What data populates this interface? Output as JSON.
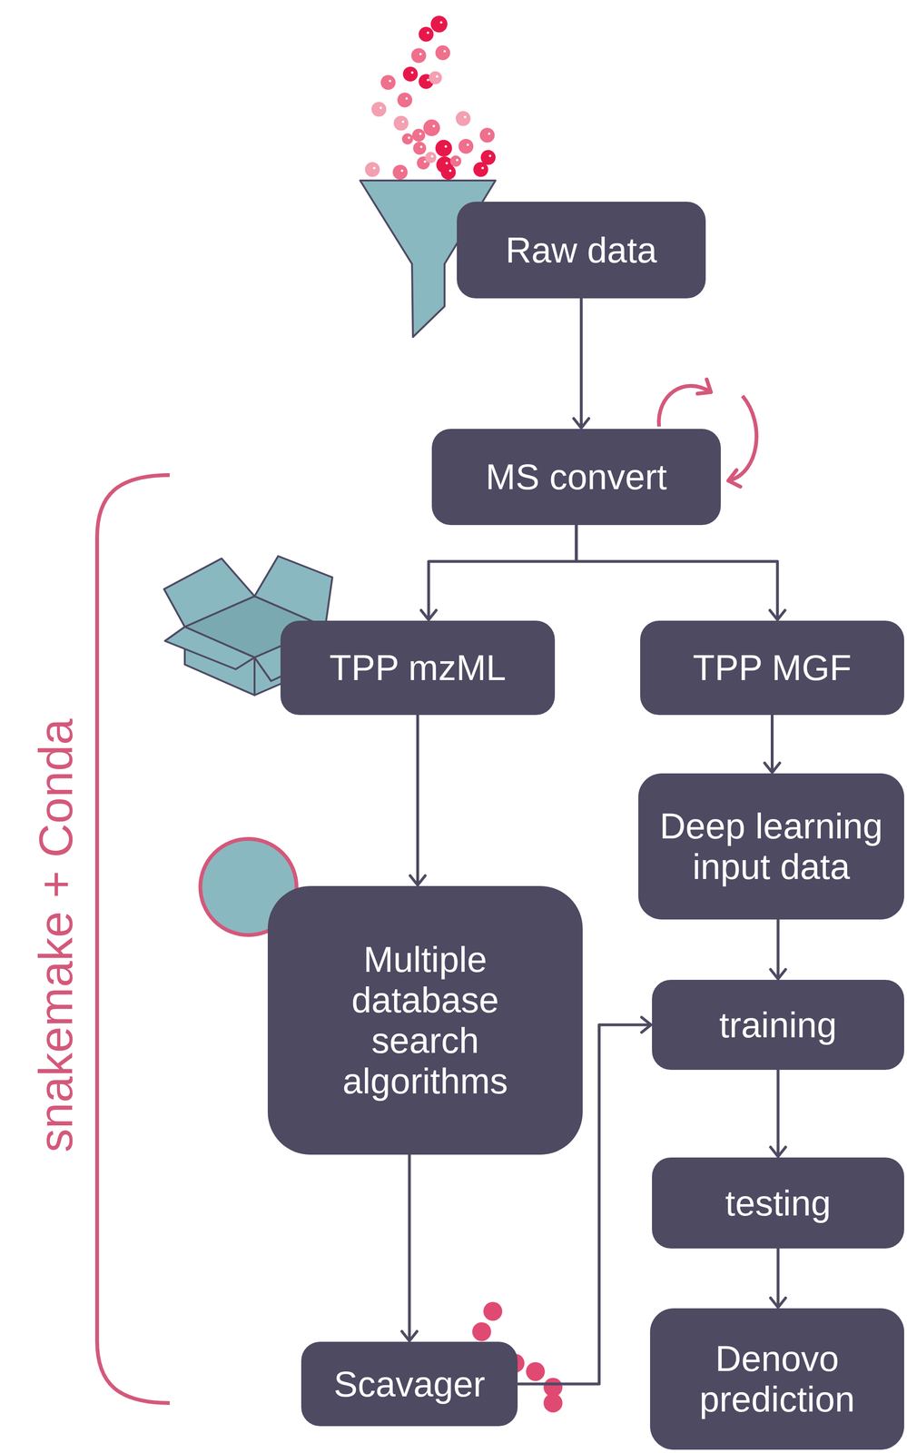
{
  "diagram": {
    "nodes": [
      {
        "text": [
          "Raw data"
        ]
      },
      {
        "text": [
          "MS convert"
        ]
      },
      {
        "text": [
          "TPP mzML"
        ]
      },
      {
        "text": [
          "TPP MGF"
        ]
      },
      {
        "text": [
          "Multiple database search algorithms"
        ]
      },
      {
        "text": [
          "Scavager"
        ]
      },
      {
        "text": [
          "Deep learning input data"
        ]
      },
      {
        "text": [
          "training"
        ]
      },
      {
        "text": [
          "testing"
        ]
      },
      {
        "text": [
          "Denovo prediction"
        ]
      }
    ],
    "edges": [
      {
        "from": 0,
        "to": 1,
        "arrow": "to"
      },
      {
        "from": 1,
        "to": 2,
        "arrow": "to"
      },
      {
        "from": 1,
        "to": 3,
        "arrow": "to"
      },
      {
        "from": 2,
        "to": 4,
        "arrow": "to"
      },
      {
        "from": 3,
        "to": 6,
        "arrow": "to"
      },
      {
        "from": 4,
        "to": 5,
        "arrow": "to"
      },
      {
        "from": 6,
        "to": 7,
        "arrow": "to"
      },
      {
        "from": 5,
        "to": 7,
        "arrow": "to"
      },
      {
        "from": 7,
        "to": 8,
        "arrow": "to"
      },
      {
        "from": 8,
        "to": 9,
        "arrow": "to"
      }
    ],
    "labels": [
      "snakemake + Conda"
    ]
  }
}
